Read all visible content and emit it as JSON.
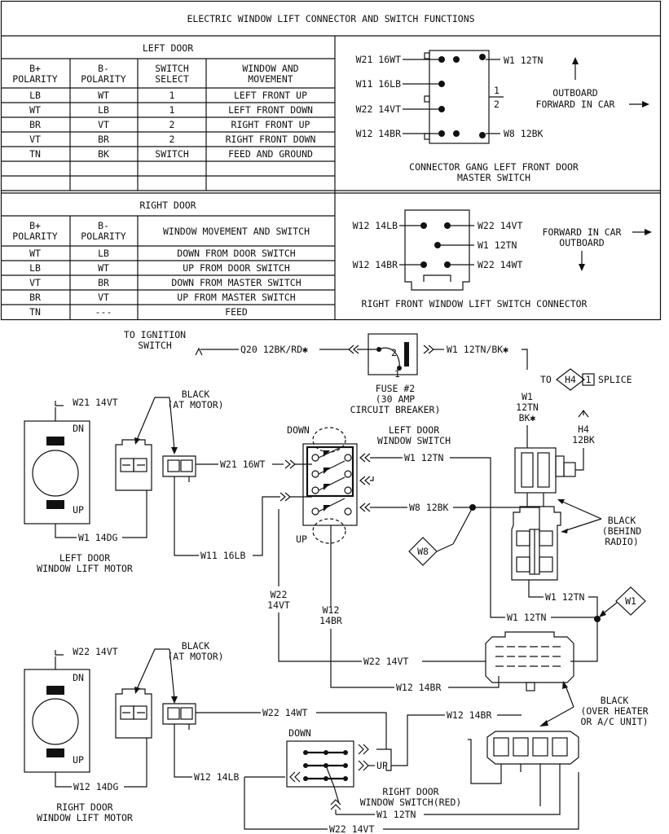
{
  "title": "ELECTRIC WINDOW LIFT CONNECTOR AND SWITCH FUNCTIONS",
  "left_door": {
    "heading": "LEFT DOOR",
    "headers": [
      "B+|POLARITY",
      "B-|POLARITY",
      "SWITCH|SELECT",
      "WINDOW AND|MOVEMENT"
    ],
    "rows": [
      [
        "LB",
        "WT",
        "1",
        "LEFT FRONT UP"
      ],
      [
        "WT",
        "LB",
        "1",
        "LEFT FRONT DOWN"
      ],
      [
        "BR",
        "VT",
        "2",
        "RIGHT FRONT UP"
      ],
      [
        "VT",
        "BR",
        "2",
        "RIGHT FRONT DOWN"
      ],
      [
        "TN",
        "BK",
        "SWITCH",
        "FEED AND GROUND"
      ]
    ]
  },
  "right_door": {
    "heading": "RIGHT DOOR",
    "headers": [
      "B+|POLARITY",
      "B-|POLARITY",
      "WINDOW MOVEMENT AND SWITCH"
    ],
    "rows": [
      [
        "WT",
        "LB",
        "DOWN FROM DOOR SWITCH"
      ],
      [
        "LB",
        "WT",
        "UP FROM DOOR SWITCH"
      ],
      [
        "VT",
        "BR",
        "DOWN FROM MASTER SWITCH"
      ],
      [
        "BR",
        "VT",
        "UP FROM MASTER SWITCH"
      ],
      [
        "TN",
        "---",
        "FEED"
      ]
    ]
  },
  "master_connector": {
    "caption1": "CONNECTOR GANG LEFT FRONT DOOR",
    "caption2": "MASTER SWITCH",
    "pin_w21": "W21 16WT",
    "pin_w11": "W11 16LB",
    "pin_w22": "W22 14VT",
    "pin_w12": "W12 14BR",
    "pin_w1": "W1 12TN",
    "pin_w8": "W8 12BK",
    "mark1": "1",
    "mark2": "2",
    "dir1": "OUTBOARD",
    "dir2": "FORWARD IN CAR"
  },
  "right_connector": {
    "caption": "RIGHT FRONT WINDOW LIFT SWITCH CONNECTOR",
    "pin_w12_lb": "W12 14LB",
    "pin_w12_br": "W12 14BR",
    "pin_w22_vt": "W22 14VT",
    "pin_w1": "W1 12TN",
    "pin_w22_wt": "W22 14WT",
    "dir1": "FORWARD IN CAR",
    "dir2": "OUTBOARD"
  },
  "schematic": {
    "to_ignition1": "TO IGNITION",
    "to_ignition2": "SWITCH",
    "q20": "Q20 12BK/RD✱",
    "w1_tn_bk": "W1 12TN/BK✱",
    "fuse1": "FUSE #2",
    "fuse2": "(30 AMP",
    "fuse3": "CIRCUIT BREAKER)",
    "fuse_pin1": "1",
    "fuse_pin2": "2",
    "to_h4": "TO",
    "h4_tag": "H4",
    "h4_pin": "1",
    "splice": "SPLICE",
    "w1_vert1": "W1",
    "w1_vert2": "12TN",
    "w1_vert3": "BK✱",
    "h4_vert1": "H4",
    "h4_vert2": "12BK",
    "black_at_motor1": "BLACK",
    "black_at_motor2": "(AT MOTOR)",
    "black_behind1": "BLACK",
    "black_behind2": "(BEHIND",
    "black_behind3": "RADIO)",
    "black_heater1": "BLACK",
    "black_heater2": "(OVER HEATER",
    "black_heater3": "OR A/C UNIT)",
    "w21_14vt": "W21 14VT",
    "w21_16wt": "W21 16WT",
    "w11_16lb": "W11 16LB",
    "w1_14dg": "W1 14DG",
    "dn": "DN",
    "up": "UP",
    "left_motor1": "LEFT DOOR",
    "left_motor2": "WINDOW LIFT MOTOR",
    "down": "DOWN",
    "left_switch1": "LEFT DOOR",
    "left_switch2": "WINDOW SWITCH",
    "w1_12tn": "W1 12TN",
    "w8_12bk": "W8 12BK",
    "w8_tag": "W8",
    "w1_tag": "W1",
    "w22_14vt_a": "W22",
    "w22_14vt_b": "14VT",
    "w12_14br_a": "W12",
    "w12_14br_b": "14BR",
    "w22_14vt": "W22 14VT",
    "w12_14br": "W12 14BR",
    "w22_14vt_r": "W22 14VT",
    "w22_14wt": "W22 14WT",
    "w12_14lb": "W12 14LB",
    "w12_14dg": "W12 14DG",
    "right_motor1": "RIGHT DOOR",
    "right_motor2": "WINDOW LIFT MOTOR",
    "right_switch1": "RIGHT DOOR",
    "right_switch2": "WINDOW SWITCH(RED)"
  }
}
